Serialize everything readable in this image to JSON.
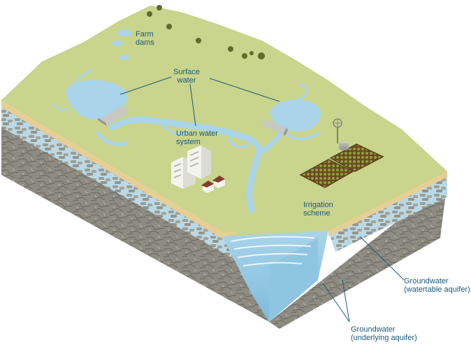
{
  "labels": {
    "farm_dams": [
      "Farm",
      "dams"
    ],
    "surface_water": [
      "Surface",
      "water"
    ],
    "urban_water_system": [
      "Urban water",
      "system"
    ],
    "irrigation_scheme": [
      "Irrigation",
      "scheme"
    ],
    "groundwater_watertable": [
      "Groundwater",
      "(watertable aquifer)"
    ],
    "groundwater_underlying": [
      "Groundwater",
      "(underlying aquifer)"
    ]
  },
  "colors": {
    "grass": "#c9d48c",
    "water": "#a9d4ea",
    "water_deep": "#7fbcdb",
    "rock": "#8e8b82",
    "rock_dark": "#6f6c64",
    "aquifer": "#b9d9e6",
    "sand": "#e6cf96",
    "label": "#1b5a78"
  },
  "icons": [
    "tree-icon",
    "building-icon",
    "house-icon",
    "windmill-icon",
    "water-tank-icon",
    "dam-wall-icon",
    "crop-field-icon"
  ]
}
